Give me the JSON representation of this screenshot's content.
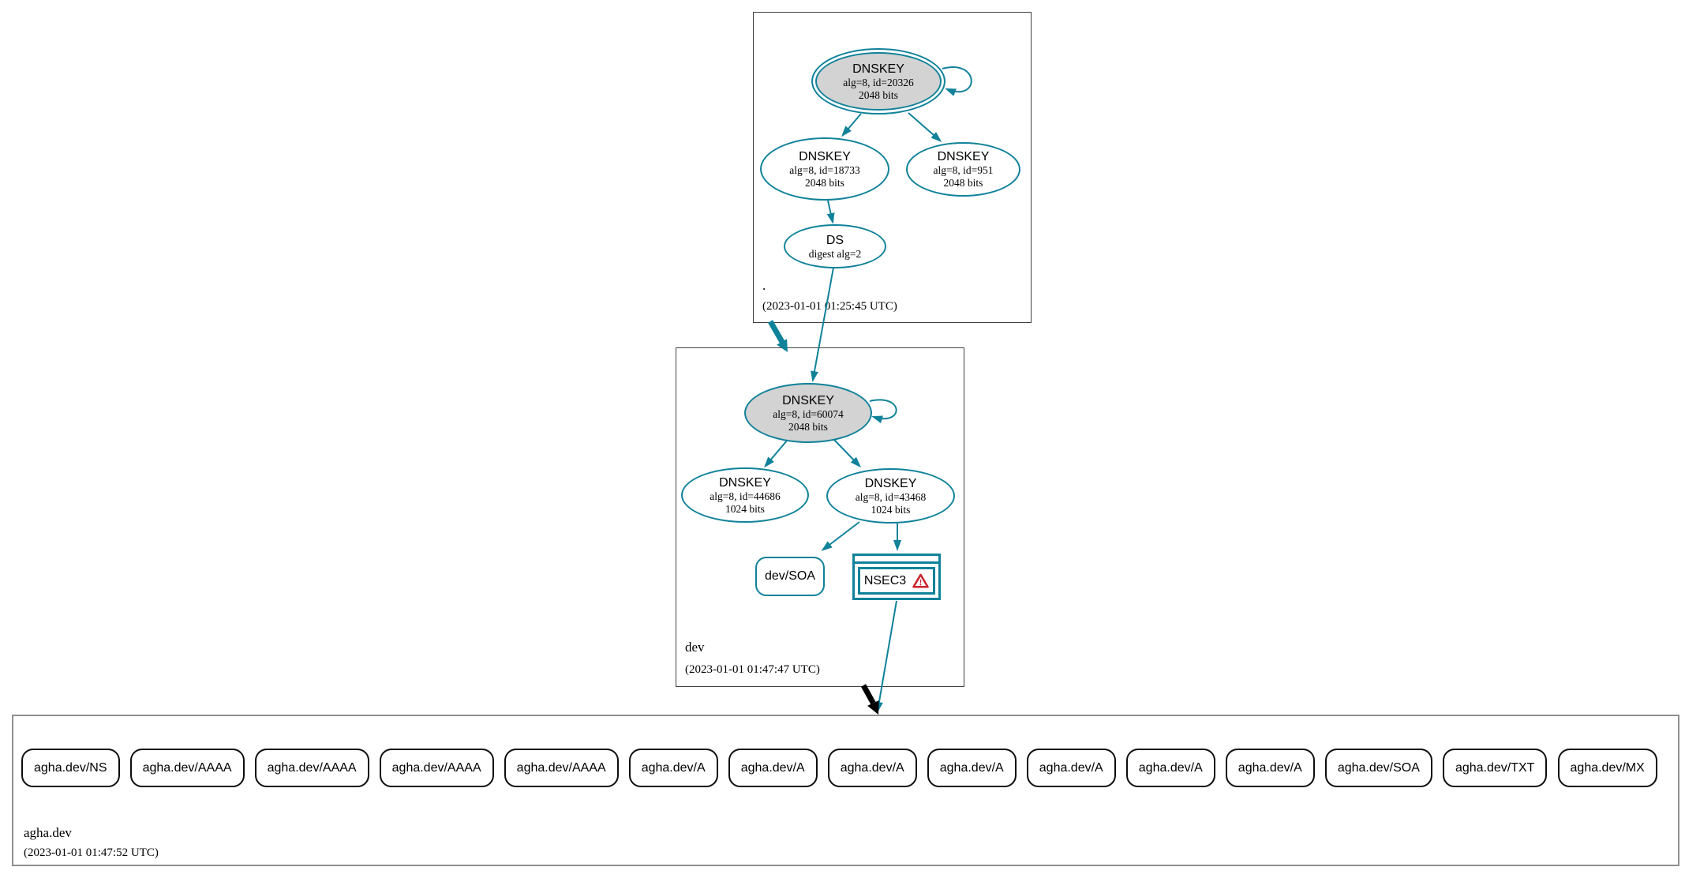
{
  "colors": {
    "secure_teal": "#10829a",
    "warning_red": "#c9252b",
    "key_node_fill": "#d3d3d3",
    "insecure_black": "#000000",
    "cluster_border_dark": "#404040",
    "cluster_border_gray": "#8f8f8f"
  },
  "zones": {
    "root": {
      "name": ".",
      "timestamp": "(2023-01-01 01:25:45 UTC)",
      "nodes": {
        "ksk": {
          "title": "DNSKEY",
          "line2": "alg=8, id=20326",
          "line3": "2048 bits"
        },
        "zsk1": {
          "title": "DNSKEY",
          "line2": "alg=8, id=18733",
          "line3": "2048 bits"
        },
        "zsk2": {
          "title": "DNSKEY",
          "line2": "alg=8, id=951",
          "line3": "2048 bits"
        },
        "ds": {
          "title": "DS",
          "line2": "digest alg=2"
        }
      }
    },
    "dev": {
      "name": "dev",
      "timestamp": "(2023-01-01 01:47:47 UTC)",
      "nodes": {
        "ksk": {
          "title": "DNSKEY",
          "line2": "alg=8, id=60074",
          "line3": "2048 bits"
        },
        "zsk1": {
          "title": "DNSKEY",
          "line2": "alg=8, id=44686",
          "line3": "1024 bits"
        },
        "zsk2": {
          "title": "DNSKEY",
          "line2": "alg=8, id=43468",
          "line3": "1024 bits"
        },
        "soa": {
          "label": "dev/SOA"
        },
        "nsec3": {
          "label": "NSEC3",
          "warning_glyph": "!",
          "warning_icon": "warning-triangle"
        }
      }
    },
    "agha_dev": {
      "name": "agha.dev",
      "timestamp": "(2023-01-01 01:47:52 UTC)",
      "rrsets": [
        "agha.dev/NS",
        "agha.dev/AAAA",
        "agha.dev/AAAA",
        "agha.dev/AAAA",
        "agha.dev/AAAA",
        "agha.dev/A",
        "agha.dev/A",
        "agha.dev/A",
        "agha.dev/A",
        "agha.dev/A",
        "agha.dev/A",
        "agha.dev/A",
        "agha.dev/SOA",
        "agha.dev/TXT",
        "agha.dev/MX"
      ]
    }
  }
}
